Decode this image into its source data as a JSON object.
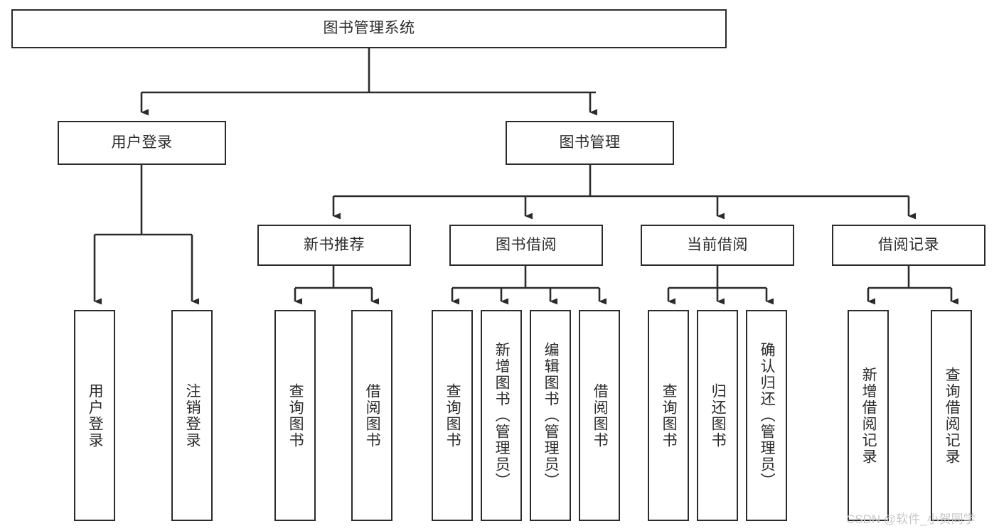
{
  "diagram": {
    "title": "图书管理系统",
    "type": "tree-hierarchy",
    "orientation": "top-down",
    "colors": {
      "stroke": "#2b2b2b",
      "fill": "#ffffff",
      "background": "#ffffff",
      "watermark": "#c9c9c9"
    },
    "levels": {
      "root": "图书管理系统",
      "level2": [
        "用户登录",
        "图书管理"
      ],
      "level3": [
        "新书推荐",
        "图书借阅",
        "当前借阅",
        "借阅记录"
      ]
    },
    "nodes": {
      "root": {
        "label": "图书管理系统"
      },
      "user_login": {
        "label": "用户登录"
      },
      "book_manage": {
        "label": "图书管理"
      },
      "new_book_rec": {
        "label": "新书推荐"
      },
      "book_borrow": {
        "label": "图书借阅"
      },
      "current_borrow": {
        "label": "当前借阅"
      },
      "borrow_record": {
        "label": "借阅记录"
      },
      "leaf_user_login": {
        "label": "用户登录"
      },
      "leaf_logout": {
        "label": "注销登录"
      },
      "leaf_query_book_1": {
        "label": "查询图书"
      },
      "leaf_borrow_book_1": {
        "label": "借阅图书"
      },
      "leaf_query_book_2": {
        "label": "查询图书"
      },
      "leaf_add_book": {
        "label": "新增图书（管理员）"
      },
      "leaf_edit_book": {
        "label": "编辑图书（管理员）"
      },
      "leaf_borrow_book_2": {
        "label": "借阅图书"
      },
      "leaf_query_book_3": {
        "label": "查询图书"
      },
      "leaf_return_book": {
        "label": "归还图书"
      },
      "leaf_confirm_return": {
        "label": "确认归还（管理员）"
      },
      "leaf_add_record": {
        "label": "新增借阅记录"
      },
      "leaf_query_record": {
        "label": "查询借阅记录"
      }
    },
    "edges": [
      {
        "from": "root",
        "to": "user_login"
      },
      {
        "from": "root",
        "to": "book_manage"
      },
      {
        "from": "user_login",
        "to": "leaf_user_login"
      },
      {
        "from": "user_login",
        "to": "leaf_logout"
      },
      {
        "from": "book_manage",
        "to": "new_book_rec"
      },
      {
        "from": "book_manage",
        "to": "book_borrow"
      },
      {
        "from": "book_manage",
        "to": "current_borrow"
      },
      {
        "from": "book_manage",
        "to": "borrow_record"
      },
      {
        "from": "new_book_rec",
        "to": "leaf_query_book_1"
      },
      {
        "from": "new_book_rec",
        "to": "leaf_borrow_book_1"
      },
      {
        "from": "book_borrow",
        "to": "leaf_query_book_2"
      },
      {
        "from": "book_borrow",
        "to": "leaf_add_book"
      },
      {
        "from": "book_borrow",
        "to": "leaf_edit_book"
      },
      {
        "from": "book_borrow",
        "to": "leaf_borrow_book_2"
      },
      {
        "from": "current_borrow",
        "to": "leaf_query_book_3"
      },
      {
        "from": "current_borrow",
        "to": "leaf_return_book"
      },
      {
        "from": "current_borrow",
        "to": "leaf_confirm_return"
      },
      {
        "from": "borrow_record",
        "to": "leaf_add_record"
      },
      {
        "from": "borrow_record",
        "to": "leaf_query_record"
      }
    ]
  },
  "watermark": {
    "text": "CSDN @软件_小贺同学"
  }
}
